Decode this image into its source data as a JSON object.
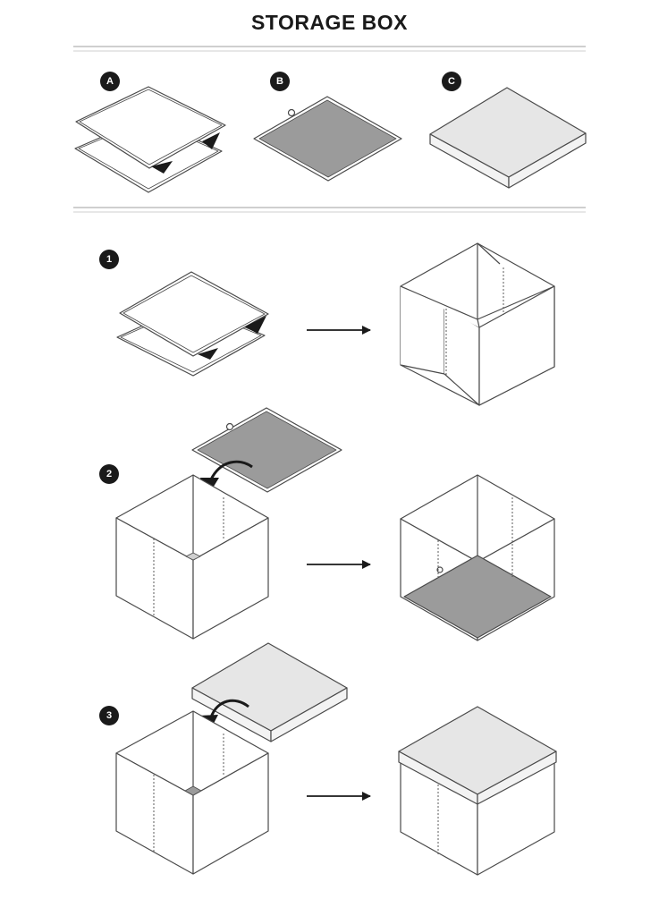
{
  "title": "STORAGE BOX",
  "parts": [
    {
      "label": "A",
      "name": "fabric-panels"
    },
    {
      "label": "B",
      "name": "base-board"
    },
    {
      "label": "C",
      "name": "lid"
    }
  ],
  "steps": [
    {
      "label": "1",
      "name": "unfold-panels"
    },
    {
      "label": "2",
      "name": "insert-base"
    },
    {
      "label": "3",
      "name": "place-lid"
    }
  ],
  "colors": {
    "outline": "#4a4a4a",
    "base_fill": "#9b9b9b",
    "lid_fill": "#e6e6e6",
    "badge": "#1a1a1a"
  }
}
